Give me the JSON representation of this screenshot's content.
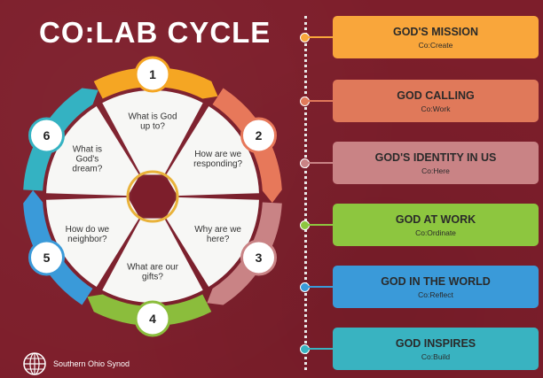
{
  "title": "CO:LAB CYCLE",
  "cycle": [
    {
      "num": "1",
      "lines": [
        "What is God",
        "up to?"
      ],
      "color": "#f5a623"
    },
    {
      "num": "2",
      "lines": [
        "How are we",
        "responding?"
      ],
      "color": "#e7785a"
    },
    {
      "num": "3",
      "lines": [
        "Why are we",
        "here?"
      ],
      "color": "#c98385"
    },
    {
      "num": "4",
      "lines": [
        "What are our",
        "gifts?"
      ],
      "color": "#8bbd3c"
    },
    {
      "num": "5",
      "lines": [
        "How do we",
        "neighbor?"
      ],
      "color": "#3a9ad9"
    },
    {
      "num": "6",
      "lines": [
        "What is",
        "God's",
        "dream?"
      ],
      "color": "#34b2c2"
    }
  ],
  "cards": [
    {
      "title": "GOD'S MISSION",
      "subtitle": "Co:Create",
      "color": "#f9a63b"
    },
    {
      "title": "GOD CALLING",
      "subtitle": "Co:Work",
      "color": "#e0795a"
    },
    {
      "title": "GOD'S IDENTITY IN US",
      "subtitle": "Co:Here",
      "color": "#c98385"
    },
    {
      "title": "GOD AT WORK",
      "subtitle": "Co:Ordinate",
      "color": "#8dc63f"
    },
    {
      "title": "GOD IN THE WORLD",
      "subtitle": "Co:Reflect",
      "color": "#3a9ad9"
    },
    {
      "title": "GOD INSPIRES",
      "subtitle": "Co:Build",
      "color": "#39b3c1"
    }
  ],
  "footer": {
    "org": "Southern Ohio Synod",
    "icon": "cross-globe-icon"
  },
  "colors": {
    "background": "#7d1e2b",
    "hub": "#7d1e2b"
  }
}
